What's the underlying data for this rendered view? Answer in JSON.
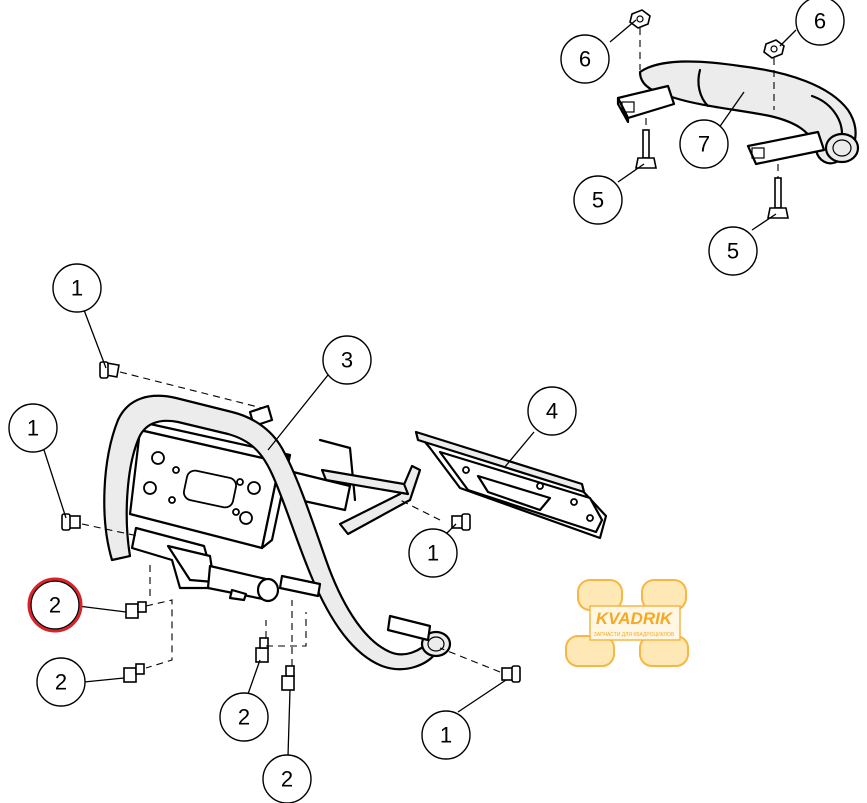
{
  "callouts": [
    {
      "id": "c6a",
      "label": "6"
    },
    {
      "id": "c6b",
      "label": "6"
    },
    {
      "id": "c7",
      "label": "7"
    },
    {
      "id": "c5a",
      "label": "5"
    },
    {
      "id": "c5b",
      "label": "5"
    },
    {
      "id": "c1a",
      "label": "1"
    },
    {
      "id": "c3",
      "label": "3"
    },
    {
      "id": "c1b",
      "label": "1"
    },
    {
      "id": "c4",
      "label": "4"
    },
    {
      "id": "c1c",
      "label": "1"
    },
    {
      "id": "c2a",
      "label": "2"
    },
    {
      "id": "c2b",
      "label": "2"
    },
    {
      "id": "c2c",
      "label": "2"
    },
    {
      "id": "c2d",
      "label": "2"
    },
    {
      "id": "c1d",
      "label": "1"
    }
  ],
  "highlight": {
    "label": "2",
    "color": "#d9232a"
  },
  "watermark": {
    "brand": "KVADRIK",
    "tagline": "ЗАПЧАСТИ ДЛЯ КВАДРОЦИКЛОВ",
    "color": "#f6a51a"
  }
}
